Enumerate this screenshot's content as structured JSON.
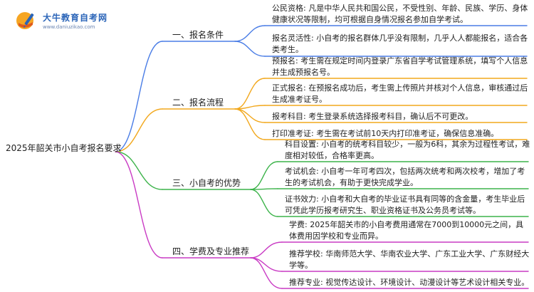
{
  "logo": {
    "title": "大牛教育自考网",
    "url": "www.daniuzikao.com"
  },
  "root": "2025年韶关市小自考报名要求",
  "branches": [
    {
      "label": "一、报名条件",
      "color": "#4a7de6",
      "leaves": [
        "公民资格: 凡是中华人民共和国公民，不受性别、年龄、民族、学历、身体健康状况等限制，均可根据自身情况报名参加自学考试。",
        "报名灵活性: 小自考的报名群体几乎没有限制，几乎人人都能报名，适合各类考生。"
      ]
    },
    {
      "label": "二、报名流程",
      "color": "#f2a81d",
      "leaves": [
        "预报名: 考生需在规定时间内登录广东省自学考试管理系统，填写个人信息并生成预报名号。",
        "正式报名: 在预报名成功后，考生需上传照片并核对个人信息，审核通过后生成准考证号。",
        "报考科目: 考生登录系统选择报考科目，确认后不可更改。",
        "打印准考证: 考生需在考试前10天内打印准考证，确保信息准确。"
      ]
    },
    {
      "label": "三、小自考的优势",
      "color": "#3cb34a",
      "leaves": [
        "科目设置: 小自考的统考科目较少，一般为6科，其余为过程性考试，难度相对较低，合格率更高。",
        "考试机会: 小自考一年可考四次，包括两次统考和两次校考，增加了考生的考试机会，有助于更快完成学业。",
        "证书效力: 小自考和大自考的毕业证书具有同等的含金量，考生毕业后可凭此学历报考研究生、职业资格证书及公务员考试等。"
      ]
    },
    {
      "label": "四、学费及专业推荐",
      "color": "#c93bc4",
      "leaves": [
        "学费: 2025年韶关市的小自考费用通常在7000到10000元之间，具体费用因学校和专业而异。",
        "推荐学校: 华南师范大学、华南农业大学、广东工业大学、广东财经大学等。",
        "推荐专业: 视觉传达设计、环境设计、动漫设计等艺术设计相关专业。"
      ]
    }
  ]
}
